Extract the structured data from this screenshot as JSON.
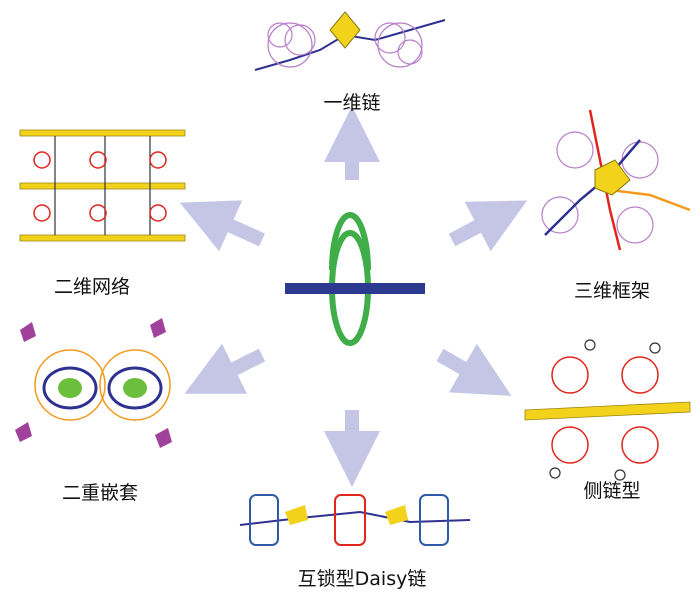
{
  "labels": {
    "one_d_chain": "一维链",
    "two_d_network": "二维网络",
    "three_d_framework": "三维框架",
    "twofold_interpenetration": "二重嵌套",
    "side_chain": "侧链型",
    "interlocked_daisy_chain": "互锁型Daisy链"
  },
  "colors": {
    "arrow": "#c5c6e6",
    "axle": "#2b3990",
    "ring": "#3fae49",
    "cluster_yellow": "#f2d21b",
    "macrocycle_purple": "#b77fc9",
    "macrocycle_red": "#e0251d",
    "linker_blue": "#2e3192",
    "orange": "#f39a1e"
  }
}
